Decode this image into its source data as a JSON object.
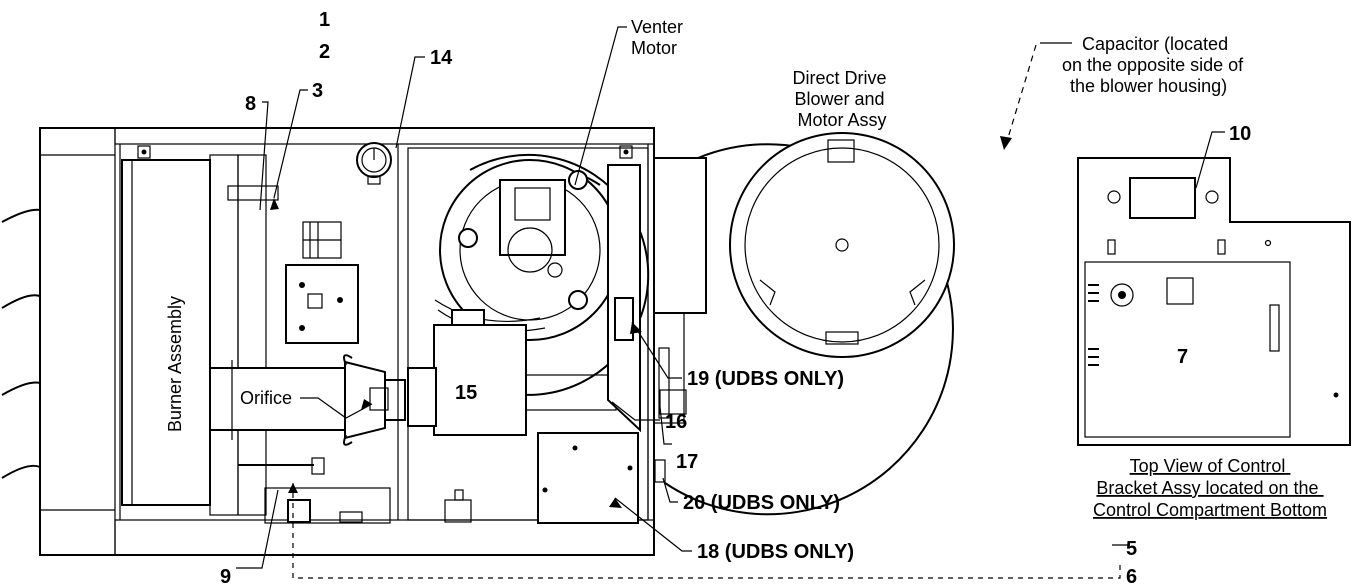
{
  "callouts": {
    "c1": "1",
    "c2": "2",
    "c3": "3",
    "c5": "5",
    "c6": "6",
    "c7": "7",
    "c8": "8",
    "c9": "9",
    "c10": "10",
    "c14": "14",
    "c15": "15",
    "c16": "16",
    "c17": "17",
    "c18": "18 (UDBS ONLY)",
    "c19": "19 (UDBS ONLY)",
    "c20": "20 (UDBS ONLY)"
  },
  "labels": {
    "venter_motor": [
      "Venter",
      "Motor"
    ],
    "blower_assy": [
      "Direct Drive",
      "Blower and",
      "Motor Assy"
    ],
    "capacitor": [
      "Capacitor (located",
      "on the opposite side of",
      "the blower housing)"
    ],
    "burner_assembly": "Burner Assembly",
    "orifice": "Orifice",
    "control_bracket": [
      "Top View of Control",
      "Bracket Assy located on the",
      "Control Compartment Bottom"
    ]
  }
}
